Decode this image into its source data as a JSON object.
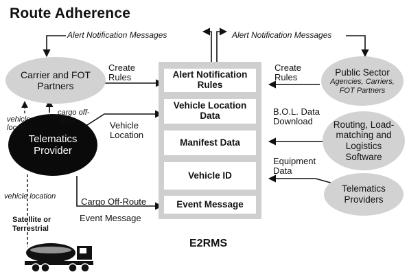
{
  "title": "Route Adherence",
  "center_caption": "E2RMS",
  "nodes": {
    "carrier": "Carrier and FOT Partners",
    "telematics": "Telematics Provider",
    "public": {
      "title": "Public Sector",
      "subtitle": "Agencies, Carriers, FOT Partners"
    },
    "routing": "Routing, Load-matching and Logistics Software",
    "tel_providers": "Telematics Providers"
  },
  "stack_boxes": [
    "Alert Notification Rules",
    "Vehicle Location Data",
    "Manifest Data",
    "Vehicle ID",
    "Event Message"
  ],
  "edge_labels": {
    "alert_left": "Alert Notification Messages",
    "alert_right": "Alert Notification Messages",
    "create_rules_left": "Create Rules",
    "create_rules_right": "Create Rules",
    "vehicle_location": "Vehicle Location",
    "bol": "B.O.L. Data Download",
    "equipment": "Equipment Data",
    "cargo_off_route_italic": "cargo off-route",
    "vehicle_location_italic_1": "vehicle location",
    "vehicle_location_italic_2": "vehicle location",
    "cargo_off_route_event_1": "Cargo Off-Route",
    "cargo_off_route_event_2": "Event Message",
    "satellite": "Satellite or Terrestrial"
  },
  "colors": {
    "ellipse": "#d2d2d2",
    "dark": "#0a0a0a",
    "stack": "#cfcfcf",
    "line": "#111111"
  },
  "icons": [
    "tanker-truck-icon"
  ]
}
